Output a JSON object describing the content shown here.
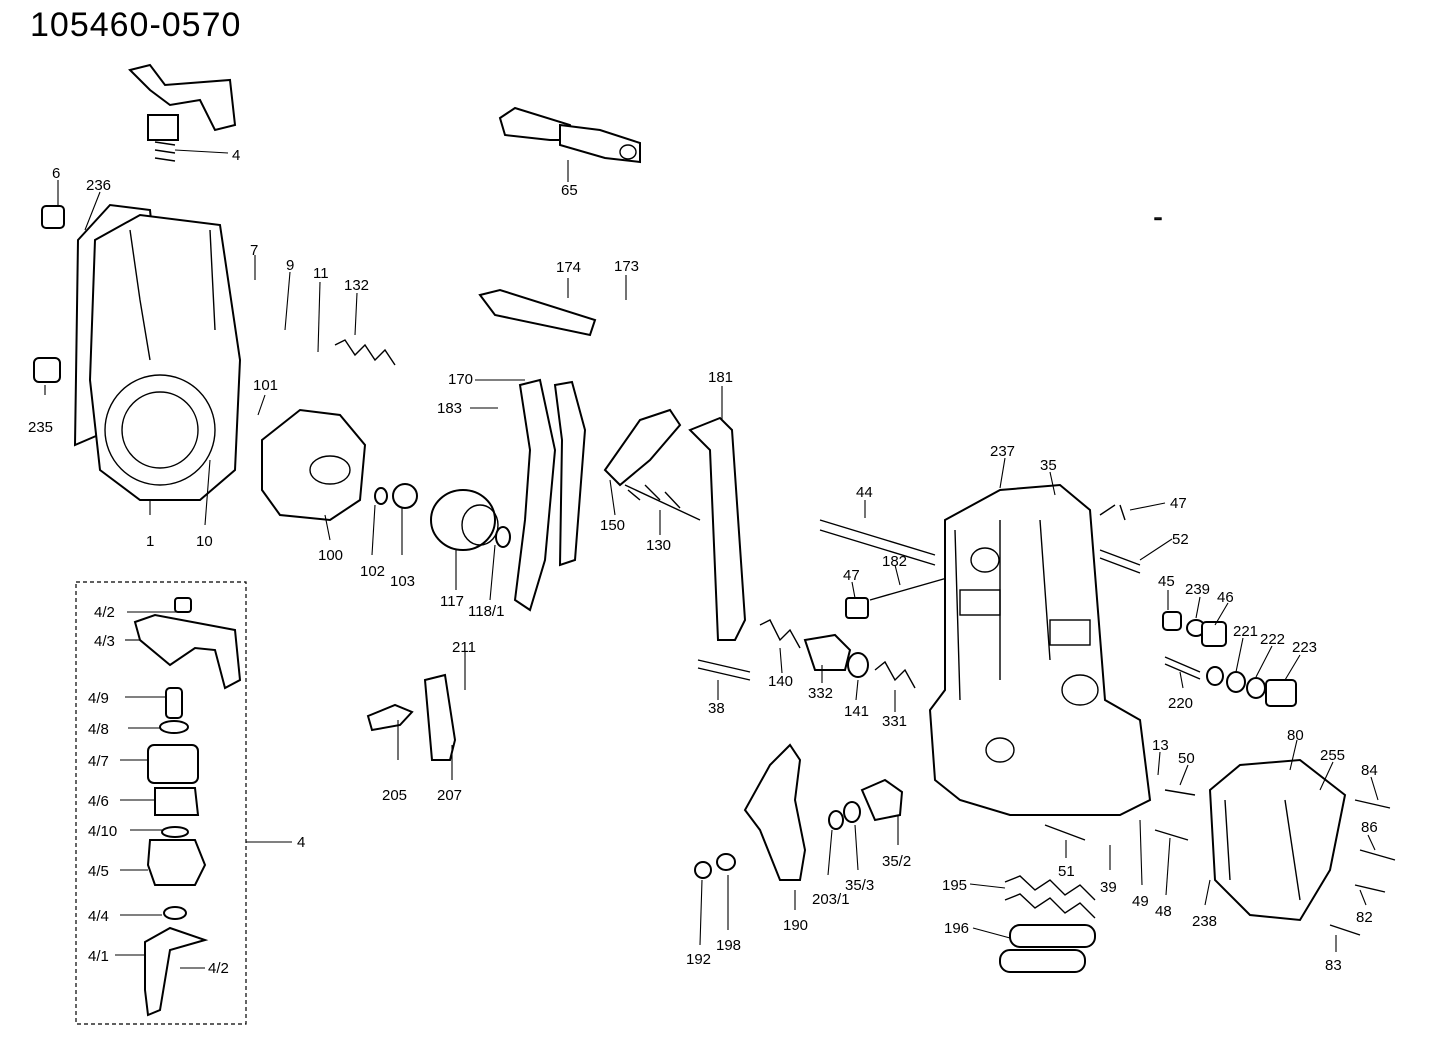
{
  "title": "105460-0570",
  "labels": [
    {
      "id": "4-top",
      "text": "4"
    },
    {
      "id": "6",
      "text": "6"
    },
    {
      "id": "236",
      "text": "236"
    },
    {
      "id": "7",
      "text": "7"
    },
    {
      "id": "9",
      "text": "9"
    },
    {
      "id": "11",
      "text": "11"
    },
    {
      "id": "132",
      "text": "132"
    },
    {
      "id": "101",
      "text": "101"
    },
    {
      "id": "235",
      "text": "235"
    },
    {
      "id": "1",
      "text": "1"
    },
    {
      "id": "10",
      "text": "10"
    },
    {
      "id": "100",
      "text": "100"
    },
    {
      "id": "102",
      "text": "102"
    },
    {
      "id": "103",
      "text": "103"
    },
    {
      "id": "117",
      "text": "117"
    },
    {
      "id": "118-1",
      "text": "118/1"
    },
    {
      "id": "65",
      "text": "65"
    },
    {
      "id": "174",
      "text": "174"
    },
    {
      "id": "173",
      "text": "173"
    },
    {
      "id": "170",
      "text": "170"
    },
    {
      "id": "183",
      "text": "183"
    },
    {
      "id": "181",
      "text": "181"
    },
    {
      "id": "150",
      "text": "150"
    },
    {
      "id": "130",
      "text": "130"
    },
    {
      "id": "211",
      "text": "211"
    },
    {
      "id": "205",
      "text": "205"
    },
    {
      "id": "207",
      "text": "207"
    },
    {
      "id": "38",
      "text": "38"
    },
    {
      "id": "140",
      "text": "140"
    },
    {
      "id": "332",
      "text": "332"
    },
    {
      "id": "141",
      "text": "141"
    },
    {
      "id": "331",
      "text": "331"
    },
    {
      "id": "44",
      "text": "44"
    },
    {
      "id": "182",
      "text": "182"
    },
    {
      "id": "47a",
      "text": "47"
    },
    {
      "id": "237",
      "text": "237"
    },
    {
      "id": "35",
      "text": "35"
    },
    {
      "id": "47b",
      "text": "47"
    },
    {
      "id": "52",
      "text": "52"
    },
    {
      "id": "45",
      "text": "45"
    },
    {
      "id": "239",
      "text": "239"
    },
    {
      "id": "46",
      "text": "46"
    },
    {
      "id": "221",
      "text": "221"
    },
    {
      "id": "222",
      "text": "222"
    },
    {
      "id": "223",
      "text": "223"
    },
    {
      "id": "220",
      "text": "220"
    },
    {
      "id": "13",
      "text": "13"
    },
    {
      "id": "50",
      "text": "50"
    },
    {
      "id": "80",
      "text": "80"
    },
    {
      "id": "255",
      "text": "255"
    },
    {
      "id": "84",
      "text": "84"
    },
    {
      "id": "86",
      "text": "86"
    },
    {
      "id": "82",
      "text": "82"
    },
    {
      "id": "83",
      "text": "83"
    },
    {
      "id": "238",
      "text": "238"
    },
    {
      "id": "48",
      "text": "48"
    },
    {
      "id": "49",
      "text": "49"
    },
    {
      "id": "39",
      "text": "39"
    },
    {
      "id": "51",
      "text": "51"
    },
    {
      "id": "35-2",
      "text": "35/2"
    },
    {
      "id": "35-3",
      "text": "35/3"
    },
    {
      "id": "203-1",
      "text": "203/1"
    },
    {
      "id": "190",
      "text": "190"
    },
    {
      "id": "198",
      "text": "198"
    },
    {
      "id": "192",
      "text": "192"
    },
    {
      "id": "195",
      "text": "195"
    },
    {
      "id": "196",
      "text": "196"
    },
    {
      "id": "4-2a",
      "text": "4/2"
    },
    {
      "id": "4-3",
      "text": "4/3"
    },
    {
      "id": "4-9",
      "text": "4/9"
    },
    {
      "id": "4-8",
      "text": "4/8"
    },
    {
      "id": "4-7",
      "text": "4/7"
    },
    {
      "id": "4-6",
      "text": "4/6"
    },
    {
      "id": "4-10",
      "text": "4/10"
    },
    {
      "id": "4-5",
      "text": "4/5"
    },
    {
      "id": "4-4",
      "text": "4/4"
    },
    {
      "id": "4-1",
      "text": "4/1"
    },
    {
      "id": "4-2b",
      "text": "4/2"
    },
    {
      "id": "4-box",
      "text": "4"
    }
  ]
}
